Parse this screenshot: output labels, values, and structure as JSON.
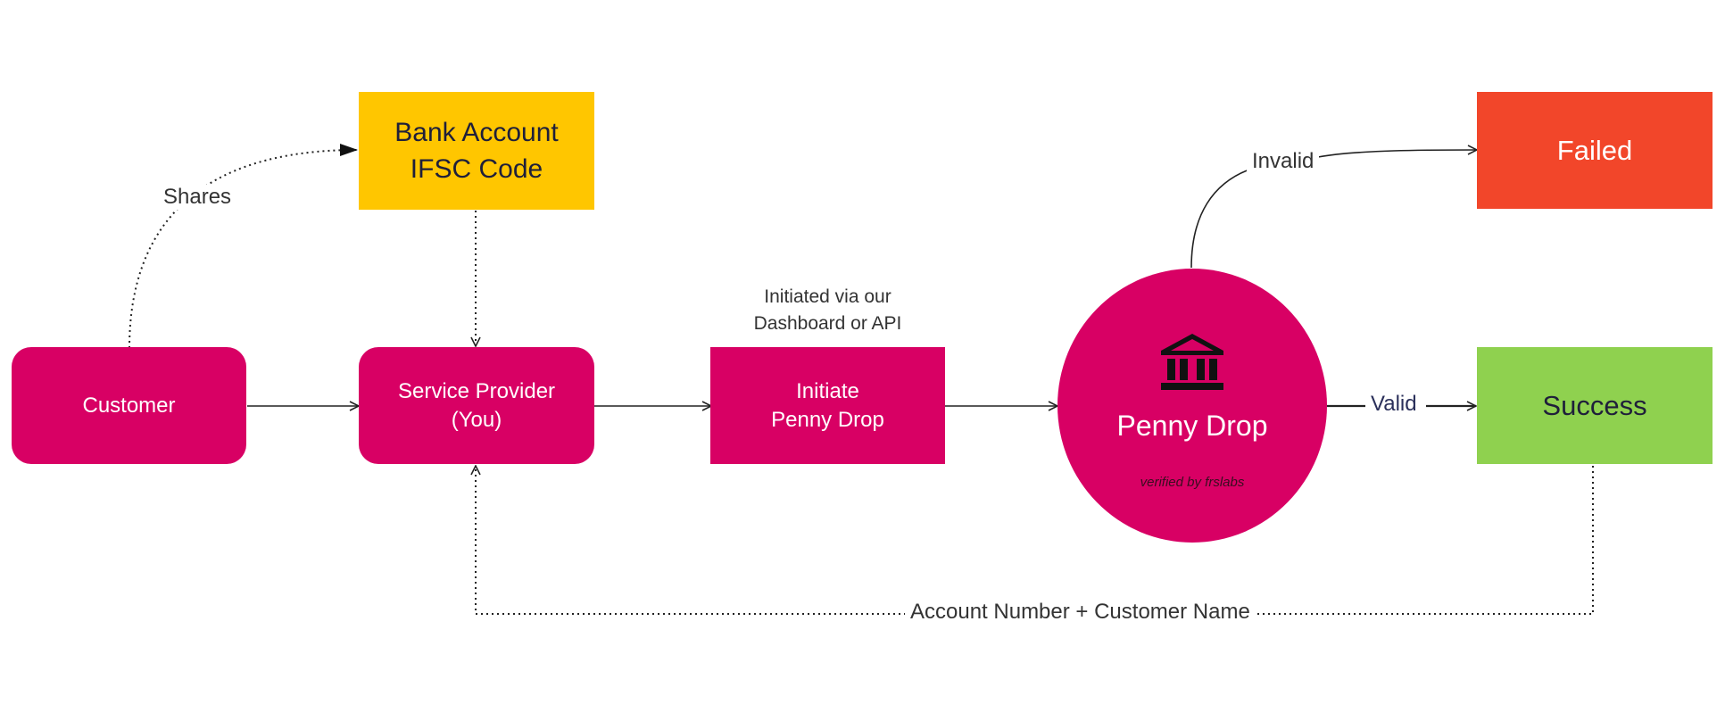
{
  "nodes": {
    "customer": {
      "label": "Customer"
    },
    "bank_account": {
      "line1": "Bank Account",
      "line2": "IFSC Code"
    },
    "service_provider": {
      "line1": "Service Provider",
      "line2": "(You)"
    },
    "initiate": {
      "line1": "Initiate",
      "line2": "Penny Drop"
    },
    "penny_drop": {
      "label": "Penny Drop",
      "caption": "verified by frslabs",
      "icon": "bank-icon"
    },
    "failed": {
      "label": "Failed"
    },
    "success": {
      "label": "Success"
    }
  },
  "edges": {
    "shares": "Shares",
    "initiated_via": {
      "line1": "Initiated via our",
      "line2": "Dashboard or API"
    },
    "invalid": "Invalid",
    "valid": "Valid",
    "feedback": "Account Number + Customer Name"
  },
  "colors": {
    "pink": "#d80064",
    "yellow": "#ffc600",
    "red": "#f2462a",
    "green": "#8fd14f"
  }
}
